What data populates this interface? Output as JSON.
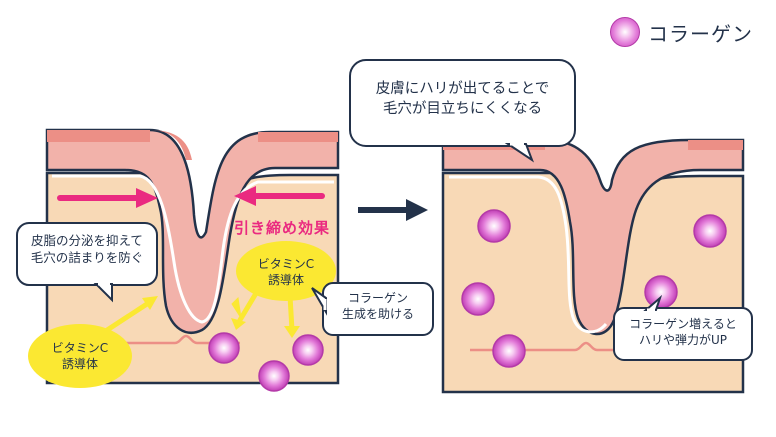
{
  "legend": {
    "label": "コラーゲン"
  },
  "left_panel": {
    "effect_label": "引き締め効果",
    "sebum_note": [
      "皮脂の分泌を抑えて",
      "毛穴の詰まりを防ぐ"
    ],
    "vitc_top": [
      "ビタミンC",
      "誘導体"
    ],
    "vitc_bottom": [
      "ビタミンC",
      "誘導体"
    ],
    "collagen_help": [
      "コラーゲン",
      "生成を助ける"
    ]
  },
  "right_panel": {
    "firmness_note": [
      "皮膚にハリが出てることで",
      "毛穴が目立ちにくくなる"
    ],
    "collagen_up": [
      "コラーゲン増えると",
      "ハリや弾力がUP"
    ]
  },
  "colors": {
    "skin_pink": "#f2b2aa",
    "skin_dark_pink": "#ec8f86",
    "dermis": "#f8d9b6",
    "navy": "#23324a",
    "magenta_arrow": "#ea2a80",
    "vitc_yellow": "#fbe832",
    "collagen": "#e27ad8"
  }
}
